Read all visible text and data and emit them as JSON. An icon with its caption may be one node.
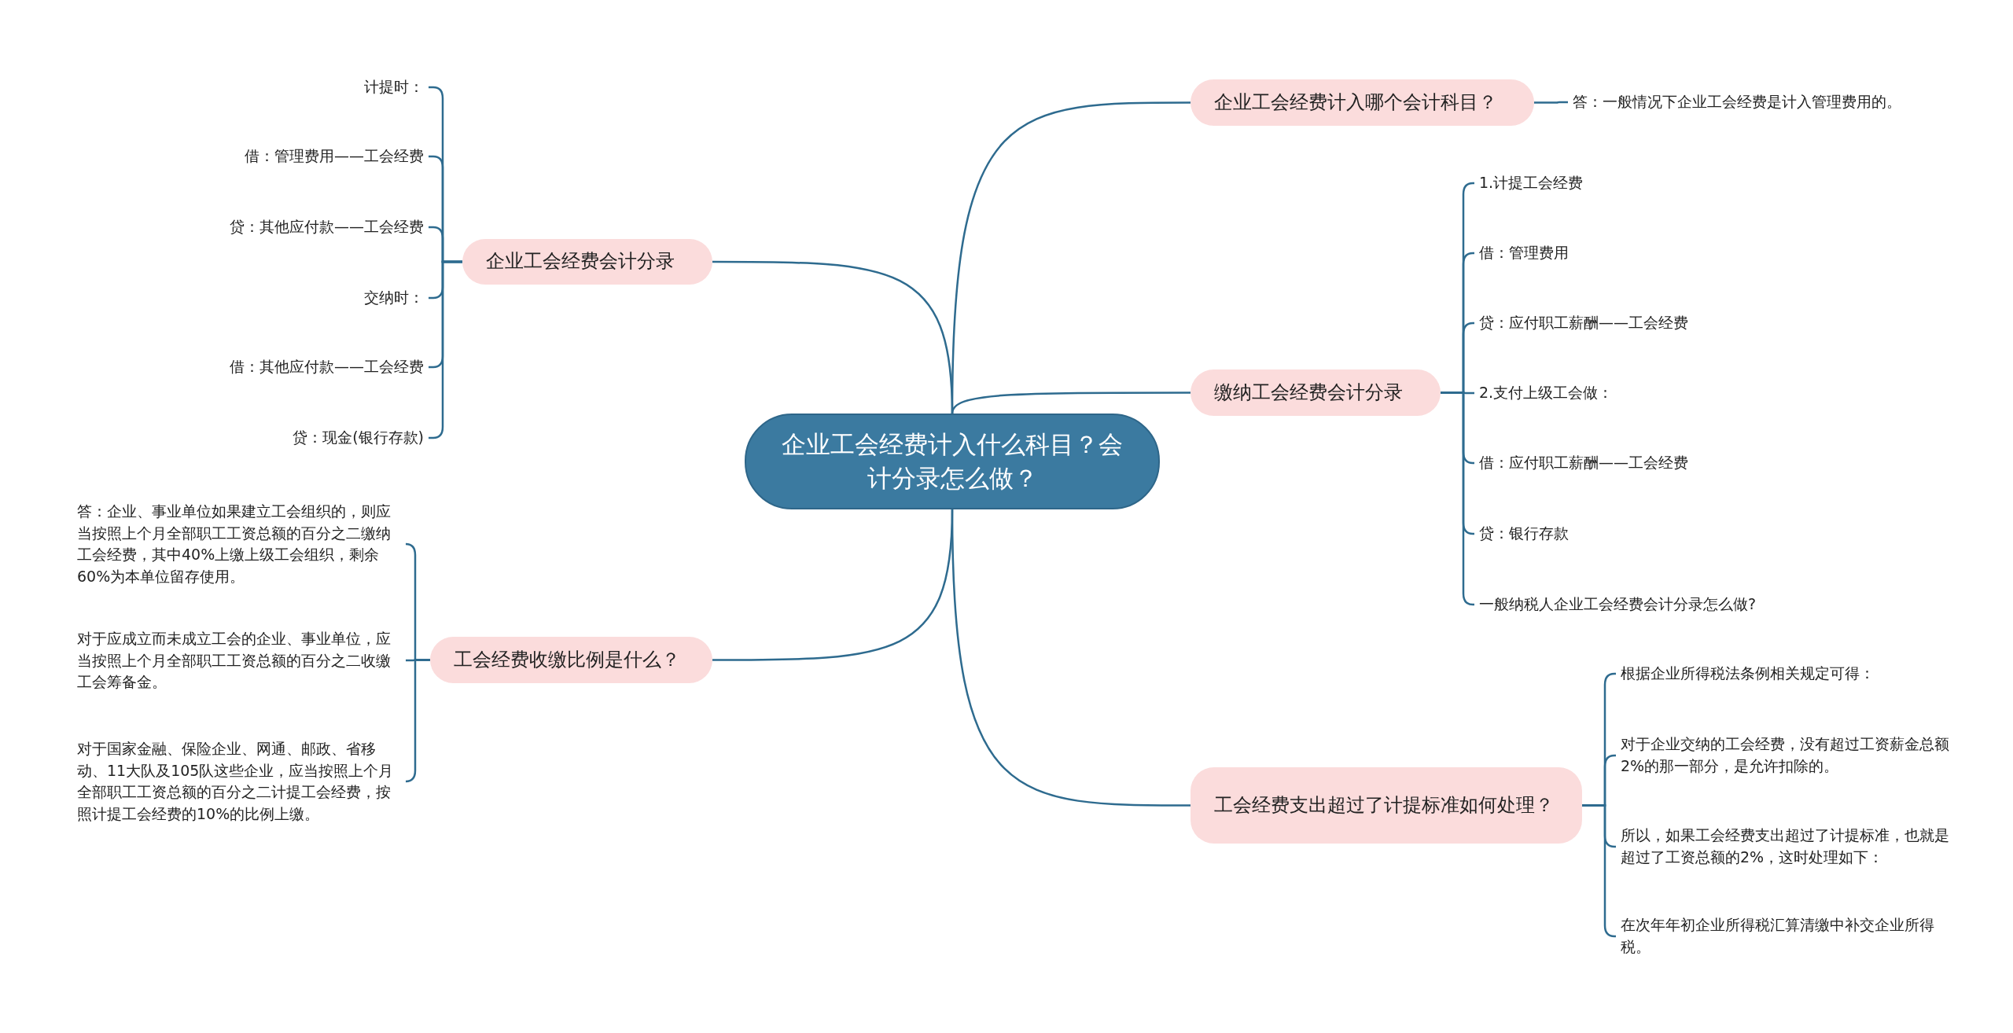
{
  "diagram": {
    "nodes": [
      {
        "text": [
          "企业工会经费计入什么科目？会计分录怎么做？"
        ]
      },
      {
        "text": [
          "企业工会经费会计分录"
        ]
      },
      {
        "text": [
          "计提时："
        ]
      },
      {
        "text": [
          "借：管理费用——工会经费"
        ]
      },
      {
        "text": [
          "贷：其他应付款——工会经费"
        ]
      },
      {
        "text": [
          "交纳时："
        ]
      },
      {
        "text": [
          "借：其他应付款——工会经费"
        ]
      },
      {
        "text": [
          "贷：现金(银行存款)"
        ]
      },
      {
        "text": [
          "工会经费收缴比例是什么？"
        ]
      },
      {
        "text": [
          "答：企业、事业单位如果建立工会组织的，则应当按照上个月全部职工工资总额的百分之二缴纳工会经费，其中40%上缴上级工会组织，剩余60%为本单位留存使用。"
        ]
      },
      {
        "text": [
          "对于应成立而未成立工会的企业、事业单位，应当按照上个月全部职工工资总额的百分之二收缴工会筹备金。"
        ]
      },
      {
        "text": [
          "对于国家金融、保险企业、网通、邮政、省移动、11大队及105队这些企业，应当按照上个月全部职工工资总额的百分之二计提工会经费，按照计提工会经费的10%的比例上缴。"
        ]
      },
      {
        "text": [
          "企业工会经费计入哪个会计科目？"
        ]
      },
      {
        "text": [
          "答：一般情况下企业工会经费是计入管理费用的。"
        ]
      },
      {
        "text": [
          "缴纳工会经费会计分录"
        ]
      },
      {
        "text": [
          "1.计提工会经费"
        ]
      },
      {
        "text": [
          "借：管理费用"
        ]
      },
      {
        "text": [
          "贷：应付职工薪酬——工会经费"
        ]
      },
      {
        "text": [
          "2.支付上级工会做："
        ]
      },
      {
        "text": [
          "借：应付职工薪酬——工会经费"
        ]
      },
      {
        "text": [
          "贷：银行存款"
        ]
      },
      {
        "text": [
          "一般纳税人企业工会经费会计分录怎么做?"
        ]
      },
      {
        "text": [
          "工会经费支出超过了计提标准如何处理？"
        ]
      },
      {
        "text": [
          "根据企业所得税法条例相关规定可得："
        ]
      },
      {
        "text": [
          "对于企业交纳的工会经费，没有超过工资薪金总额2%的那一部分，是允许扣除的。"
        ]
      },
      {
        "text": [
          "所以，如果工会经费支出超过了计提标准，也就是超过了工资总额的2%，这时处理如下："
        ]
      },
      {
        "text": [
          "在次年年初企业所得税汇算清缴中补交企业所得税。"
        ]
      }
    ],
    "edges": [
      {
        "from": 0,
        "to": 1,
        "arrow": "none"
      },
      {
        "from": 1,
        "to": 2,
        "arrow": "none"
      },
      {
        "from": 1,
        "to": 3,
        "arrow": "none"
      },
      {
        "from": 1,
        "to": 4,
        "arrow": "none"
      },
      {
        "from": 1,
        "to": 5,
        "arrow": "none"
      },
      {
        "from": 1,
        "to": 6,
        "arrow": "none"
      },
      {
        "from": 1,
        "to": 7,
        "arrow": "none"
      },
      {
        "from": 0,
        "to": 8,
        "arrow": "none"
      },
      {
        "from": 8,
        "to": 9,
        "arrow": "none"
      },
      {
        "from": 8,
        "to": 10,
        "arrow": "none"
      },
      {
        "from": 8,
        "to": 11,
        "arrow": "none"
      },
      {
        "from": 0,
        "to": 12,
        "arrow": "none"
      },
      {
        "from": 12,
        "to": 13,
        "arrow": "none"
      },
      {
        "from": 0,
        "to": 14,
        "arrow": "none"
      },
      {
        "from": 14,
        "to": 15,
        "arrow": "none"
      },
      {
        "from": 14,
        "to": 16,
        "arrow": "none"
      },
      {
        "from": 14,
        "to": 17,
        "arrow": "none"
      },
      {
        "from": 14,
        "to": 18,
        "arrow": "none"
      },
      {
        "from": 14,
        "to": 19,
        "arrow": "none"
      },
      {
        "from": 14,
        "to": 20,
        "arrow": "none"
      },
      {
        "from": 14,
        "to": 21,
        "arrow": "none"
      },
      {
        "from": 0,
        "to": 22,
        "arrow": "none"
      },
      {
        "from": 22,
        "to": 23,
        "arrow": "none"
      },
      {
        "from": 22,
        "to": 24,
        "arrow": "none"
      },
      {
        "from": 22,
        "to": 25,
        "arrow": "none"
      },
      {
        "from": 22,
        "to": 26,
        "arrow": "none"
      }
    ]
  }
}
